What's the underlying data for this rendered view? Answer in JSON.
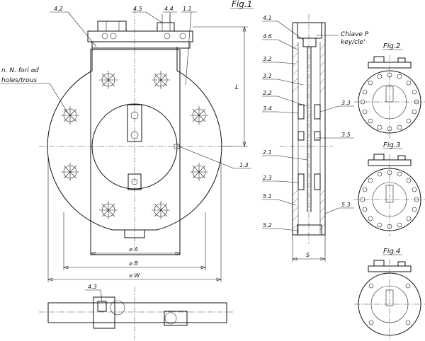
{
  "figures": {
    "fig1": "Fig.1",
    "fig2": "Fig.2",
    "fig3": "Fig.3",
    "fig4": "Fig.4"
  },
  "callouts": {
    "c_4_2": "4.2",
    "c_4_5": "4.5",
    "c_4_4": "4.4",
    "c_1_1": "1.1",
    "c_1_3": "1.3",
    "c_4_3": "4.3",
    "c_4_1": "4.1",
    "c_4_6": "4.6",
    "c_3_2": "3.2",
    "c_3_1": "3.1",
    "c_2_2": "2.2",
    "c_3_4": "3.4",
    "c_3_3": "3.3",
    "c_3_5": "3.5",
    "c_2_1": "2.1",
    "c_2_3": "2.3",
    "c_5_1": "5.1",
    "c_5_3": "5.3",
    "c_5_2": "5.2"
  },
  "notes": {
    "holes_line1": "n. N. fori ⌀d",
    "holes_line2": "holes/trous",
    "key_line1": "Chiave P",
    "key_line2": "key/cle'"
  },
  "dimensions": {
    "dim_a": "⌀ A",
    "dim_b": "⌀ B",
    "dim_w": "⌀ W",
    "dim_l": "L",
    "dim_s": "S"
  }
}
